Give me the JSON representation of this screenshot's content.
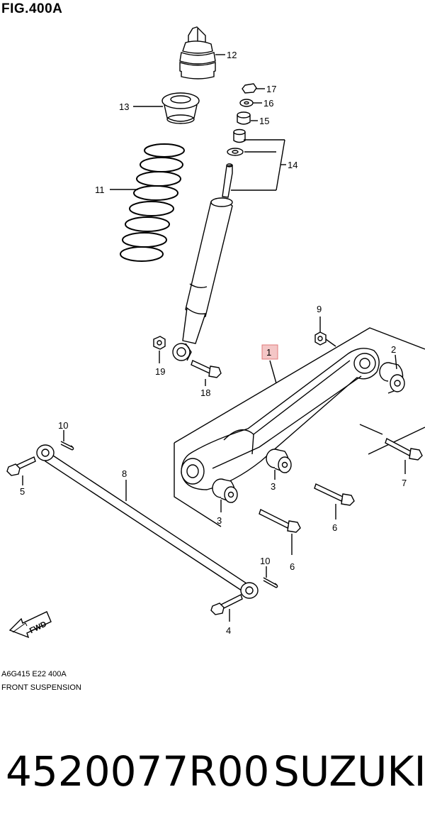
{
  "figure": {
    "title": "FIG.400A",
    "code": "A6G415 E22 400A",
    "caption": "FRONT SUSPENSION"
  },
  "callouts": {
    "c1": "1",
    "c2": "2",
    "c3a": "3",
    "c3b": "3",
    "c4": "4",
    "c5": "5",
    "c6a": "6",
    "c6b": "6",
    "c7": "7",
    "c8": "8",
    "c9": "9",
    "c10a": "10",
    "c10b": "10",
    "c11": "11",
    "c12": "12",
    "c13": "13",
    "c14": "14",
    "c15": "15",
    "c16": "16",
    "c17": "17",
    "c18": "18",
    "c19": "19"
  },
  "fwd_label": "FWD",
  "footer": {
    "part_number": "4520077R00",
    "brand": "SUZUKI"
  },
  "colors": {
    "line": "#000000",
    "highlight_box": "#f4c6c6",
    "highlight_border": "#e07a7a"
  }
}
